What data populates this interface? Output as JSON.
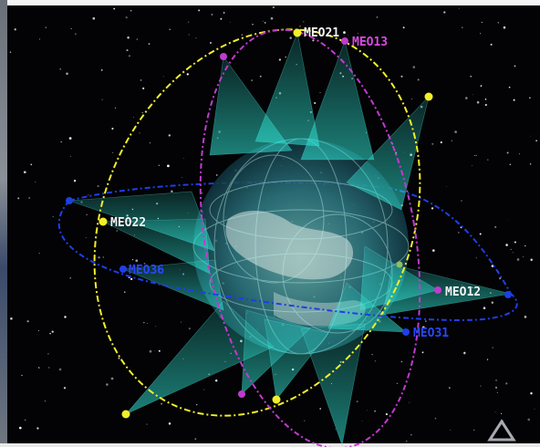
{
  "colors": {
    "background": "#030305",
    "orbit_yellow": "#f2ef2a",
    "orbit_magenta": "#c23ad0",
    "orbit_blue": "#1e3fe6",
    "beam": "#31e6d6",
    "label_white": "#f4f4f4",
    "label_magenta": "#d84ae0",
    "label_blue": "#2b47ff"
  },
  "satellites": {
    "meo21": {
      "label": "MEO21",
      "orbit": "yellow"
    },
    "meo13": {
      "label": "MEO13",
      "orbit": "magenta"
    },
    "meo22": {
      "label": "MEO22",
      "orbit": "yellow"
    },
    "meo36": {
      "label": "MEO36",
      "orbit": "blue"
    },
    "meo12": {
      "label": "MEO12",
      "orbit": "magenta"
    },
    "meo31": {
      "label": "MEO31",
      "orbit": "blue"
    }
  },
  "icons": {
    "watermark": "triangle-logo-icon"
  }
}
